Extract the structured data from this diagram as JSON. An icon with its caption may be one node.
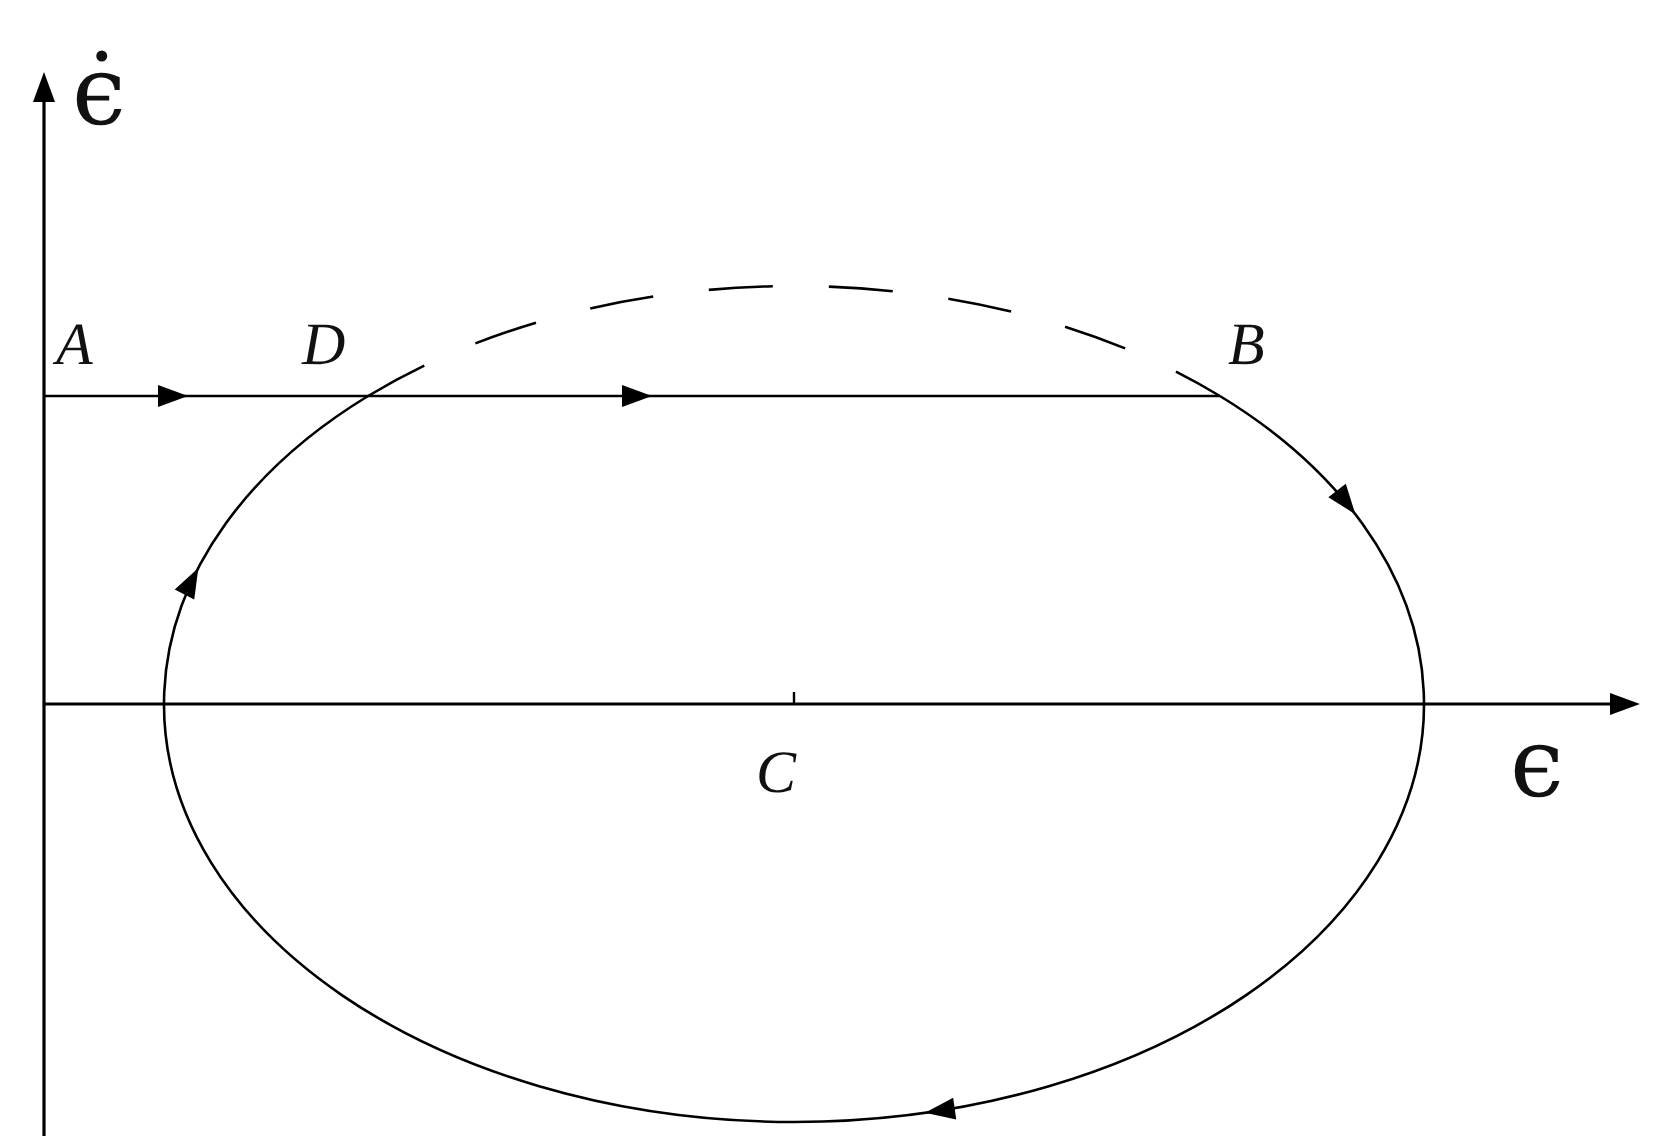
{
  "diagram": {
    "labels": [
      "ϵ̇",
      "A",
      "D",
      "B",
      "C",
      "ϵ"
    ]
  }
}
